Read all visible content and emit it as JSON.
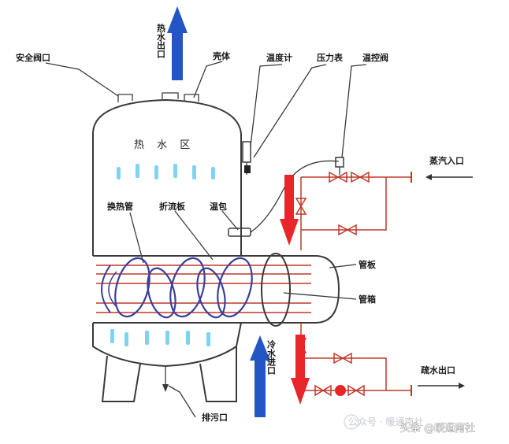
{
  "labels": {
    "safety_valve_port": "安全阀口",
    "hot_water_outlet": "热水出口",
    "tank_body": "壳体",
    "thermometer": "温度计",
    "pressure_gauge": "压力表",
    "temp_control_valve": "温控阀",
    "hot_water_zone": "热 水 区",
    "steam_inlet": "蒸汽入口",
    "heat_exchange_tube": "换热管",
    "baffle_plate": "折流板",
    "temp_bulb": "温包",
    "tube_sheet": "管板",
    "tube_box": "管箱",
    "cold_water_inlet": "冷水进口",
    "drain_outlet": "疏水出口",
    "sewage_outlet": "排污口"
  },
  "watermark": {
    "text": "头条 @暖通南社",
    "faded_text": "公众号 · 暖通南社"
  },
  "colors": {
    "hot_arrow": "#e8262a",
    "cold_arrow": "#2356c4",
    "pipe": "#c0392b",
    "baffle": "#3b3f9c",
    "flow_hint": "#7fd3f2",
    "outline": "#3a3a3a"
  }
}
